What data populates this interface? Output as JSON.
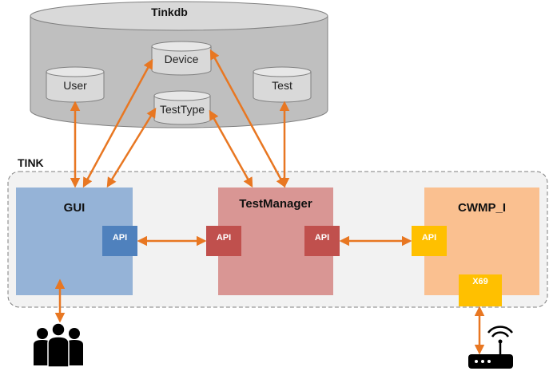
{
  "database": {
    "title": "Tinkdb",
    "tables": [
      "User",
      "Device",
      "TestType",
      "Test"
    ]
  },
  "system": {
    "title": "TINK",
    "components": {
      "gui": {
        "title": "GUI",
        "api_label": "API"
      },
      "testmanager": {
        "title": "TestManager",
        "api_left_label": "API",
        "api_right_label": "API"
      },
      "cwmp": {
        "title": "CWMP_I",
        "api_label": "API",
        "port_label": "X69"
      }
    }
  },
  "icons": {
    "users": "users-group-icon",
    "router": "wifi-router-icon"
  },
  "colors": {
    "arrow": "#E87722",
    "database": "#C0C0C0",
    "gui_box": "#95B3D7",
    "gui_api": "#4F81BD",
    "testmanager_box": "#D99694",
    "testmanager_api": "#C0504D",
    "cwmp_box": "#FAC090",
    "cwmp_api": "#FFC000"
  }
}
